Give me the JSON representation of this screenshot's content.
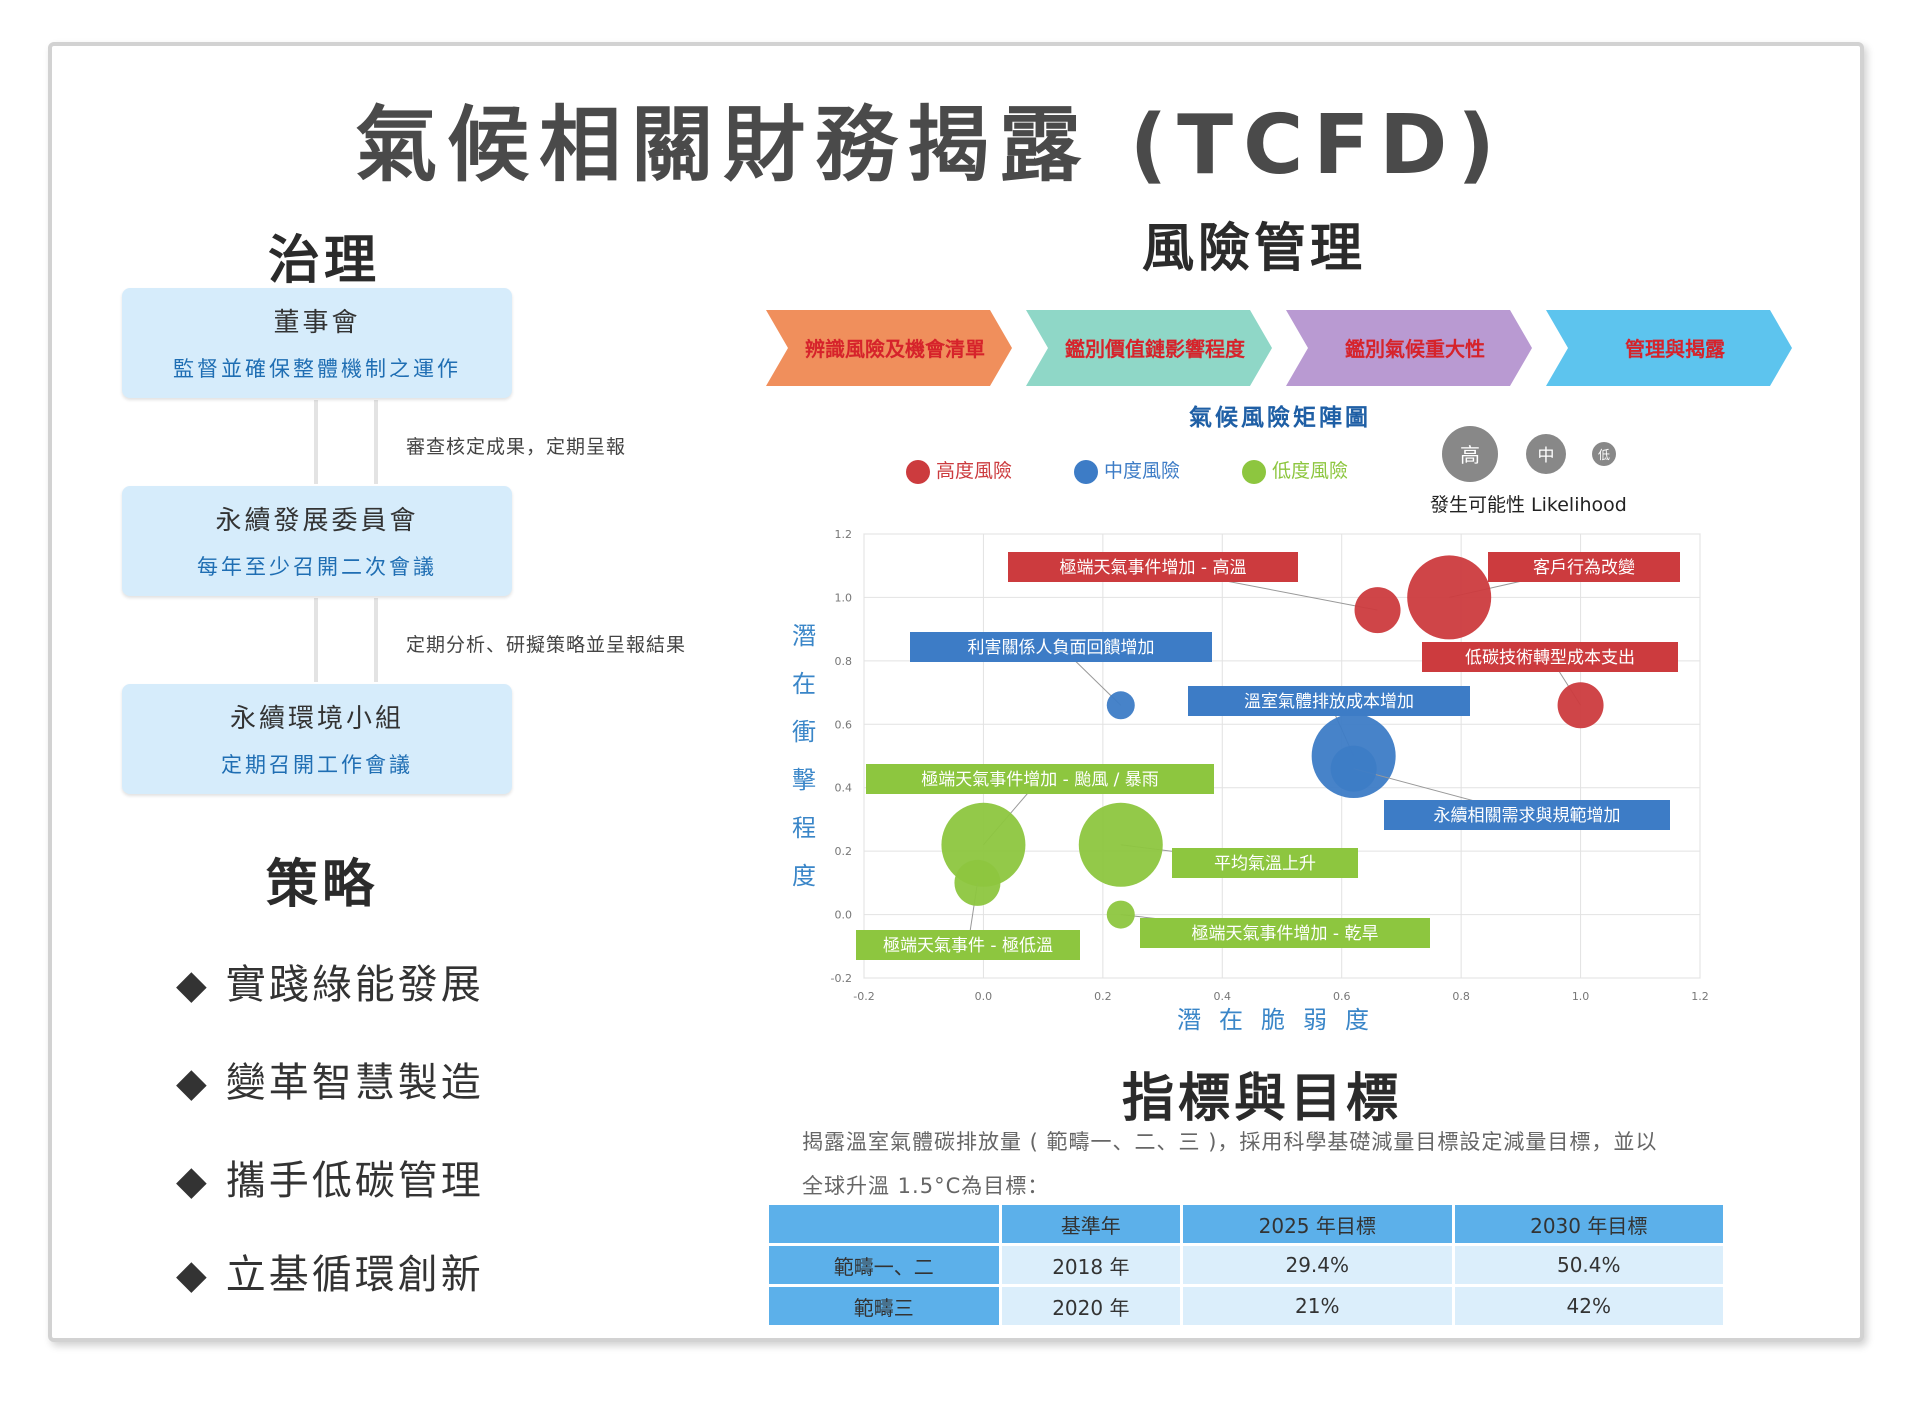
{
  "title": "氣候相關財務揭露 (TCFD)",
  "governance": {
    "heading": "治理",
    "boxes": [
      {
        "name": "董事會",
        "desc": "監督並確保整體機制之運作"
      },
      {
        "name": "永續發展委員會",
        "desc": "每年至少召開二次會議"
      },
      {
        "name": "永續環境小組",
        "desc": "定期召開工作會議"
      }
    ],
    "arrows": [
      "審查核定成果，定期呈報",
      "定期分析、研擬策略並呈報結果"
    ]
  },
  "strategy": {
    "heading": "策略",
    "items": [
      "實踐綠能發展",
      "變革智慧製造",
      "攜手低碳管理",
      "立基循環創新"
    ],
    "bullet": "◆"
  },
  "risk": {
    "heading": "風險管理",
    "steps": [
      {
        "label": "辨識風險及機會清單",
        "color": "#f08f5c"
      },
      {
        "label": "鑑別價值鏈影響程度",
        "color": "#8fd7c7"
      },
      {
        "label": "鑑別氣候重大性",
        "color": "#b99ad2"
      },
      {
        "label": "管理與揭露",
        "color": "#5dc4ee"
      }
    ],
    "step_text_color": "#d6232b"
  },
  "matrix": {
    "title": "氣候風險矩陣圖",
    "legend": [
      {
        "label": "高度風險",
        "color": "#cc3b3e"
      },
      {
        "label": "中度風險",
        "color": "#3d7cc6"
      },
      {
        "label": "低度風險",
        "color": "#8dc63f"
      }
    ],
    "likelihood": {
      "labels": [
        "高",
        "中",
        "低"
      ],
      "caption": "發生可能性 Likelihood"
    }
  },
  "chart_data": {
    "type": "scatter",
    "title": "氣候風險矩陣圖",
    "xlabel": "潛在脆弱度",
    "ylabel": "潛在衝擊程度",
    "xlim": [
      -0.2,
      1.2
    ],
    "ylim": [
      -0.2,
      1.2
    ],
    "xticks": [
      "-0.2",
      "0.0",
      "0.2",
      "0.4",
      "0.6",
      "0.8",
      "1.0",
      "1.2"
    ],
    "yticks": [
      "-0.2",
      "0.0",
      "0.2",
      "0.4",
      "0.6",
      "0.8",
      "1.0",
      "1.2"
    ],
    "grid": true,
    "points": [
      {
        "label": "極端天氣事件增加 - 高溫",
        "x": 0.66,
        "y": 0.96,
        "likelihood": "中",
        "level": "high"
      },
      {
        "label": "客戶行為改變",
        "x": 0.78,
        "y": 1.0,
        "likelihood": "高",
        "level": "high"
      },
      {
        "label": "低碳技術轉型成本支出",
        "x": 1.0,
        "y": 0.66,
        "likelihood": "中",
        "level": "high"
      },
      {
        "label": "利害關係人負面回饋增加",
        "x": 0.23,
        "y": 0.66,
        "likelihood": "低",
        "level": "medium"
      },
      {
        "label": "溫室氣體排放成本增加",
        "x": 0.62,
        "y": 0.5,
        "likelihood": "高",
        "level": "medium"
      },
      {
        "label": "永續相關需求與規範增加",
        "x": 0.62,
        "y": 0.46,
        "likelihood": "中",
        "level": "medium"
      },
      {
        "label": "極端天氣事件增加 - 颱風 / 暴雨",
        "x": 0.0,
        "y": 0.22,
        "likelihood": "高",
        "level": "low"
      },
      {
        "label": "平均氣溫上升",
        "x": 0.23,
        "y": 0.22,
        "likelihood": "高",
        "level": "low"
      },
      {
        "label": "極端天氣事件 - 極低溫",
        "x": -0.01,
        "y": 0.1,
        "likelihood": "中",
        "level": "low"
      },
      {
        "label": "極端天氣事件增加 - 乾旱",
        "x": 0.23,
        "y": 0.0,
        "likelihood": "低",
        "level": "low"
      }
    ],
    "label_colors": {
      "high": "#cc3b3e",
      "medium": "#3d7cc6",
      "low": "#8dc63f"
    }
  },
  "metrics": {
    "heading": "指標與目標",
    "text_line1": "揭露溫室氣體碳排放量 ( 範疇一、二、三 )，採用科學基礎減量目標設定減量目標，並以",
    "text_line2": "全球升溫 1.5°C為目標：",
    "table": {
      "headers": [
        "",
        "基準年",
        "2025 年目標",
        "2030 年目標"
      ],
      "rows": [
        [
          "範疇一、二",
          "2018 年",
          "29.4%",
          "50.4%"
        ],
        [
          "範疇三",
          "2020 年",
          "21%",
          "42%"
        ]
      ]
    }
  }
}
